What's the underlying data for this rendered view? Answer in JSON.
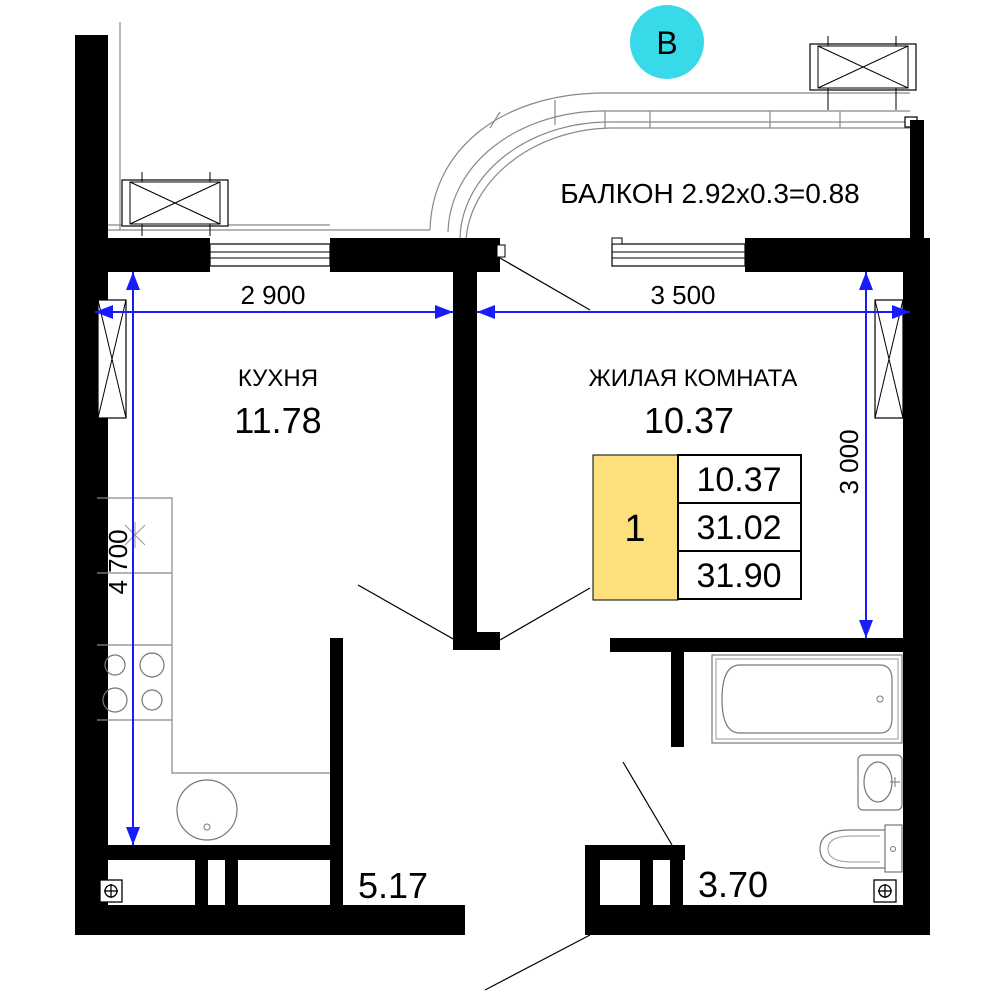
{
  "section_badge": "В",
  "colors": {
    "badge": "#38d9e9",
    "summary_fill": "#fde07c",
    "dimension": "#1a1aff",
    "wall": "#000000"
  },
  "rooms": {
    "balcony": {
      "label": "БАЛКОН 2.92х0.3=0.88"
    },
    "kitchen": {
      "name": "КУХНЯ",
      "area": "11.78"
    },
    "living": {
      "name": "ЖИЛАЯ КОМНАТА",
      "area": "10.37"
    },
    "hall": {
      "area": "5.17"
    },
    "bath": {
      "area": "3.70"
    }
  },
  "dimensions": {
    "kitchen_width": "2 900",
    "living_width": "3 500",
    "kitchen_depth": "4 700",
    "living_depth": "3 000"
  },
  "summary": {
    "rooms_count": "1",
    "living_area": "10.37",
    "total_area": "31.02",
    "total_with_balcony": "31.90"
  },
  "icons": [
    "section-badge-icon",
    "ventilation-shaft-icon",
    "bathtub-icon",
    "washbasin-icon",
    "toilet-icon",
    "sink-icon",
    "stove-icon"
  ]
}
